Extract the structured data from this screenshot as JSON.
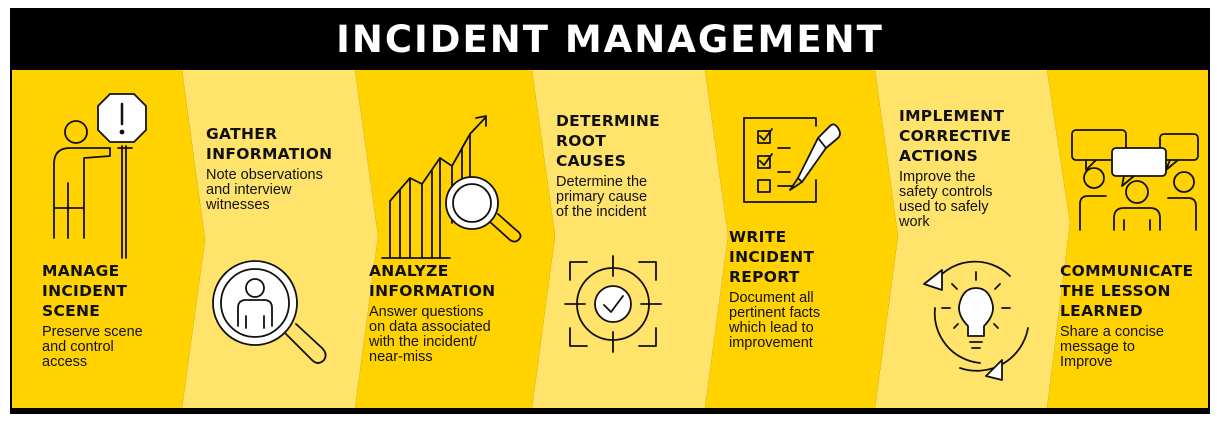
{
  "title": "INCIDENT MANAGEMENT",
  "colors": {
    "dark_panel": "#FFD200",
    "light_panel": "#FFE36B",
    "frame": "#000000",
    "line": "#111111"
  },
  "steps": [
    {
      "heading": "MANAGE\nINCIDENT\nSCENE",
      "description": "Preserve scene\nand control\naccess",
      "icon": "person-with-stop-sign-icon"
    },
    {
      "heading": "GATHER\nINFORMATION",
      "description": "Note observations\nand interview\nwitnesses",
      "icon": "magnifier-person-icon"
    },
    {
      "heading": "ANALYZE\nINFORMATION",
      "description": "Answer questions\non data associated\nwith the incident/\nnear-miss",
      "icon": "chart-magnifier-icon"
    },
    {
      "heading": "DETERMINE\nROOT\nCAUSES",
      "description": "Determine the\nprimary cause\nof the incident",
      "icon": "target-check-icon"
    },
    {
      "heading": "WRITE\nINCIDENT\nREPORT",
      "description": "Document all\npertinent facts\nwhich lead to\nimprovement",
      "icon": "checklist-pencil-icon"
    },
    {
      "heading": "IMPLEMENT\nCORRECTIVE\nACTIONS",
      "description": "Improve the\nsafety controls\nused to safely\nwork",
      "icon": "lightbulb-cycle-icon"
    },
    {
      "heading": "COMMUNICATE\nTHE LESSON\nLEARNED",
      "description": "Share a concise\nmessage to\nImprove",
      "icon": "people-speech-icon"
    }
  ]
}
